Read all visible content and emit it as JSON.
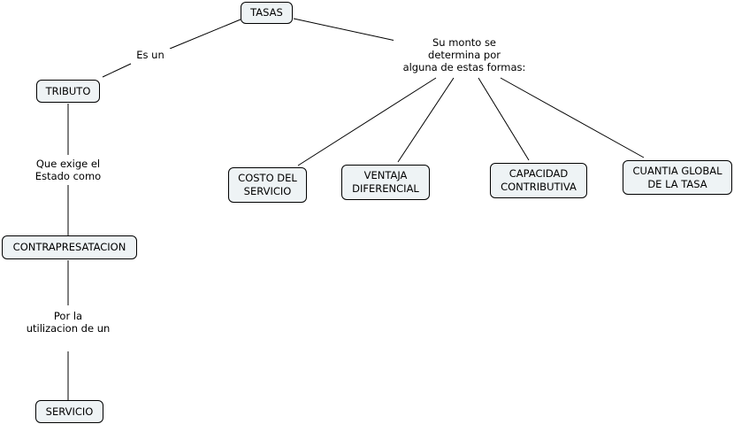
{
  "concepts": {
    "tasas": "TASAS",
    "tributo": "TRIBUTO",
    "contrapresatacion": "CONTRAPRESATACION",
    "servicio": "SERVICIO",
    "costo": "COSTO DEL\nSERVICIO",
    "ventaja": "VENTAJA\nDIFERENCIAL",
    "capacidad": "CAPACIDAD\nCONTRIBUTIVA",
    "cuantia": "CUANTIA GLOBAL\nDE LA TASA"
  },
  "links": {
    "es_un": "Es un",
    "su_monto": "Su monto se\ndetermina por\nalguna de estas formas:",
    "que_exige": "Que exige el\nEstado como",
    "por_la": "Por la\nutilizacion de un"
  }
}
